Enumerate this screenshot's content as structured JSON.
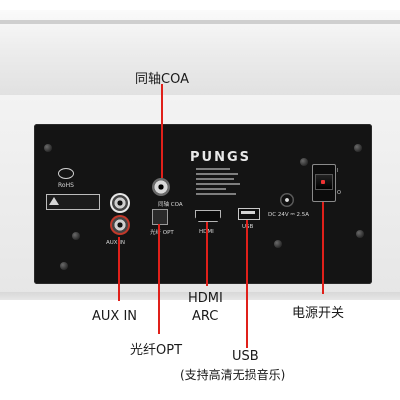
{
  "panel": {
    "brand": "PUNGS",
    "certification": "RoHS",
    "port_labels": {
      "aux_in": "AUX IN",
      "coa": "同轴 COA",
      "opt": "光纤 OPT",
      "hdmi": "HDMI",
      "usb": "USB",
      "dc": "DC 24V ⎓ 2.5A"
    },
    "switch_marks": {
      "on": "I",
      "off": "O"
    }
  },
  "callouts": {
    "coa": "同轴COA",
    "aux_in": "AUX IN",
    "opt": "光纤OPT",
    "hdmi_line1": "HDMI",
    "hdmi_line2": "ARC",
    "usb_line1": "USB",
    "usb_line2": "(支持高清无损音乐)",
    "power": "电源开关"
  },
  "colors": {
    "leader": "#e0201a",
    "panel": "#141414",
    "rca_white": "#cfcfcf",
    "rca_red": "#c0392b"
  }
}
